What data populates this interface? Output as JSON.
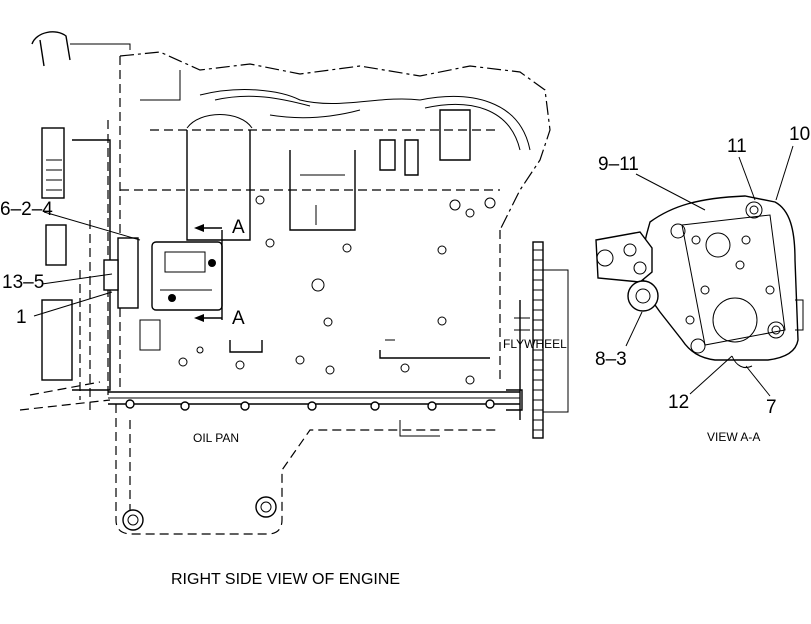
{
  "diagram": {
    "title": "RIGHT SIDE VIEW OF ENGINE",
    "view_label": "VIEW A-A",
    "oil_pan_label": "OIL PAN",
    "flywheel_label": "FLYWHEEL",
    "section_markers": [
      "A",
      "A"
    ],
    "callouts": {
      "c_6_2_4": "6–2–4",
      "c_13_5": "13–5",
      "c_1": "1",
      "c_9_11": "9–11",
      "c_11": "11",
      "c_10": "10",
      "c_8_3": "8–3",
      "c_12": "12",
      "c_7": "7"
    }
  }
}
